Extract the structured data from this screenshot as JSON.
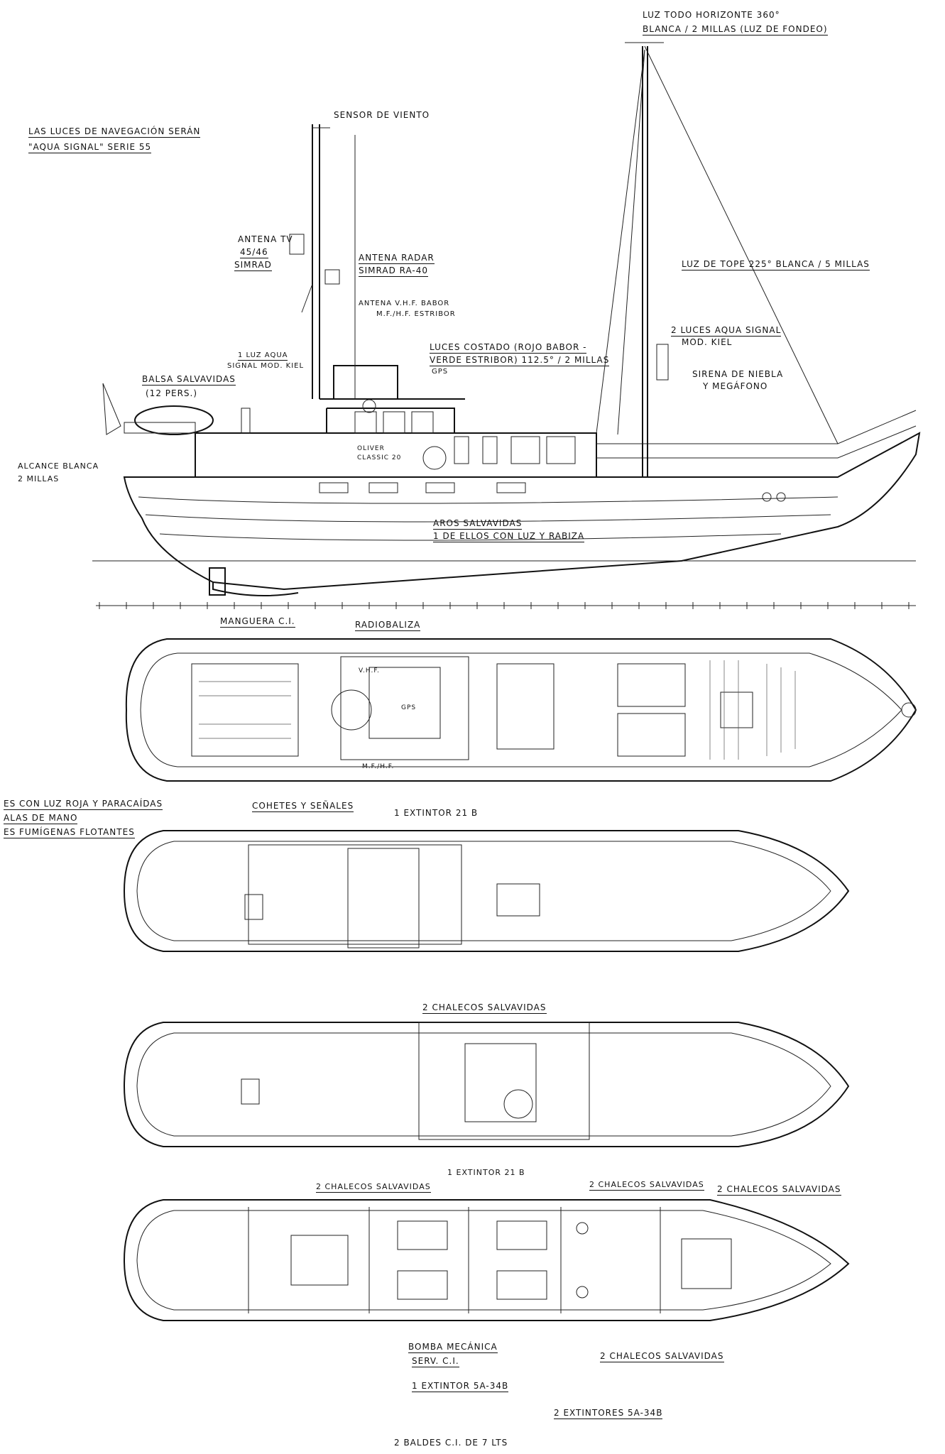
{
  "notes": {
    "lights_line1": "Las luces de navegación serán",
    "lights_line2": "\"Aqua Signal\" serie 55"
  },
  "masthead": {
    "top_light_line1": "Luz todo horizonte 360°",
    "top_light_line2": "Blanca / 2 millas (luz de fondeo)",
    "mast_light": "Luz de tope 225° blanca / 5 millas",
    "aqua_lights_line1": "2 luces aqua signal",
    "aqua_lights_line2": "mod. kiel",
    "siren_line1": "Sirena de niebla",
    "siren_line2": "y megáfono",
    "wind_sensor": "Sensor de viento",
    "tv_antenna_line1": "Antena TV",
    "tv_antenna_line2": "45/46",
    "tv_antenna_line3": "Simrad",
    "radar_line1": "Antena radar",
    "radar_line2": "Simrad RA-40",
    "vhf_line1": "Antena V.H.F. babor",
    "vhf_line2": "M.F./H.F. estribor",
    "aqua_light_single_line1": "1 luz aqua",
    "aqua_light_single_line2": "signal mod. kiel",
    "side_lights_line1": "Luces costado (rojo babor -",
    "side_lights_line2": "verde estribor) 112.5° / 2 millas",
    "gps": "GPS",
    "liferaft_line1": "Balsa salvavidas",
    "liferaft_line2": "(12 pers.)",
    "stern_light_line1": "Alcance blanca",
    "stern_light_line2": "2 millas",
    "lifebuoys_line1": "Aros salvavidas",
    "lifebuoys_line2": "1 de ellos con luz y rabiza",
    "boat_name_line1": "OLIVER",
    "boat_name_line2": "CLASSIC 20"
  },
  "deck_plan": {
    "fire_hose": "Manguera C.I.",
    "radio_beacon": "Radiobaliza",
    "vhf": "V.H.F.",
    "gps": "GPS",
    "mf": "M.F./H.F."
  },
  "flybridge": {
    "left_note_line1": "es con luz roja y paracaídas",
    "left_note_line2": "alas de mano",
    "left_note_line3": "es fumígenas flotantes",
    "rockets": "Cohetes y señales",
    "extinguisher": "1 extintor 21 B"
  },
  "main_deck": {
    "life_jackets": "2 chalecos salvavidas",
    "extinguisher": "1 extintor 21 B"
  },
  "lower_deck": {
    "jackets_aft": "2 chalecos salvavidas",
    "jackets_mid": "2 chalecos salvavidas",
    "jackets_fwd": "2 chalecos salvavidas",
    "jackets_bottom": "2 chalecos salvavidas",
    "pump_line1": "Bomba mecánica",
    "pump_line2": "serv. C.I.",
    "ext_one": "1 extintor 5A-34B",
    "ext_two": "2 extintores 5A-34B",
    "buckets": "2 baldes C.I. de 7 lts"
  }
}
